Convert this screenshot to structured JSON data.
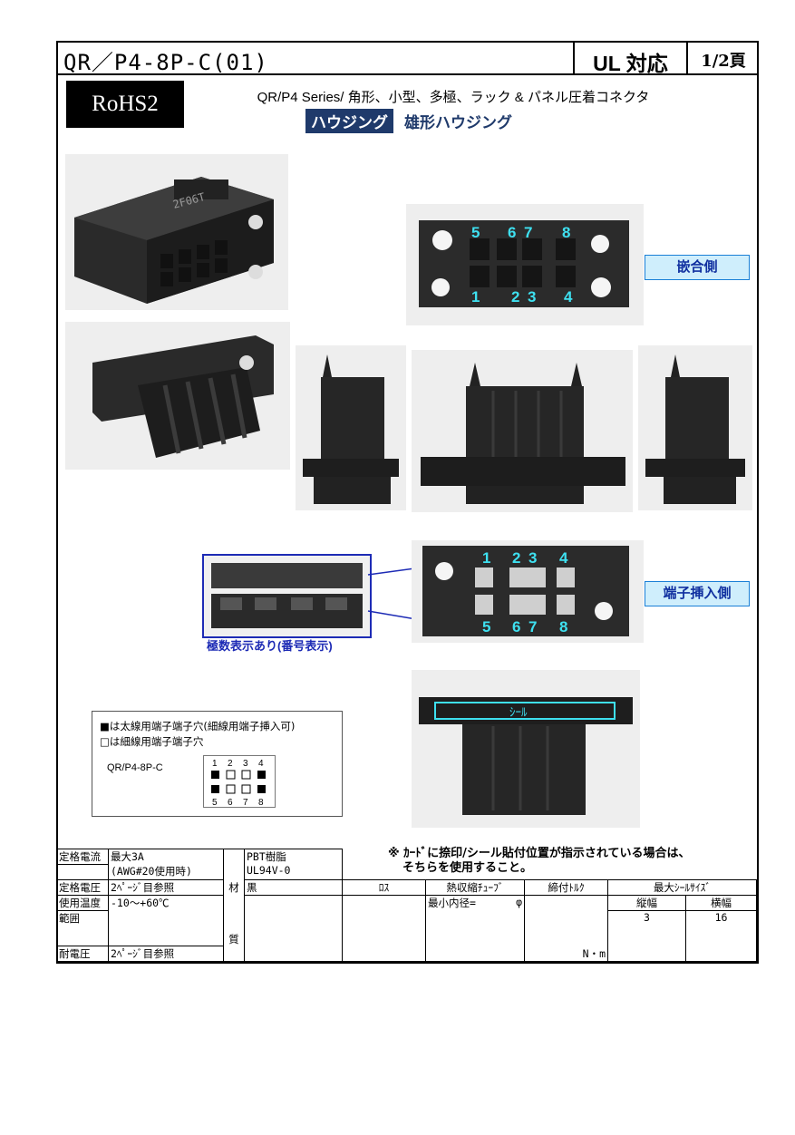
{
  "header": {
    "title": "QR／P4-8P-C(01)",
    "ul": "UL 対応",
    "page": "1/2頁"
  },
  "rohs": "RoHS2",
  "series": "QR/P4 Series/ 角形、小型、多極、ラック & パネル圧着コネクタ",
  "category": "ハウジング",
  "subtitle": "雄形ハウジング",
  "photos": {
    "mating_label": "嵌合側",
    "insert_label": "端子挿入側",
    "mating_pins_top": [
      "5",
      "6",
      "7",
      "8"
    ],
    "mating_pins_bottom": [
      "1",
      "2",
      "3",
      "4"
    ],
    "insert_pins_top": [
      "1",
      "2",
      "3",
      "4"
    ],
    "insert_pins_bottom": [
      "5",
      "6",
      "7",
      "8"
    ],
    "inset_caption": "極数表示あり(番号表示)",
    "mold_mark": "2F06T",
    "seal_mark": "ｼｰﾙ"
  },
  "legend": {
    "line1": "■は太線用端子端子穴(細線用端子挿入可)",
    "line2": "□は細線用端子端子穴",
    "model": "QR/P4-8P-C",
    "top_nums": [
      "1",
      "2",
      "3",
      "4"
    ],
    "bottom_nums": [
      "5",
      "6",
      "7",
      "8"
    ]
  },
  "note": {
    "line1": "※ ｶｰﾄﾞに捺印/シール貼付位置が指示されている場合は、",
    "line2": "そちらを使用すること。"
  },
  "spec": {
    "rated_current_label": "定格電流",
    "rated_current_value1": "最大3A",
    "rated_current_value2": "(AWG#20使用時)",
    "rated_voltage_label": "定格電圧",
    "rated_voltage_value": "2ﾍﾟｰｼﾞ目参照",
    "temp_label1": "使用温度",
    "temp_label2": "範囲",
    "temp_value": "-10～+60℃",
    "withstand_label": "耐電圧",
    "withstand_value": "2ﾍﾟｰｼﾞ目参照",
    "material_label1": "材",
    "material_label2": "質",
    "material_value1": "PBT樹脂",
    "material_value2": "UL94V-0",
    "material_value3": "黒",
    "rosu": "ﾛｽ",
    "tube_label": "熱収縮ﾁｭｰﾌﾞ",
    "tube_value": "最小内径=",
    "tube_unit": "φ",
    "torque_label": "締付ﾄﾙｸ",
    "torque_unit": "N・m",
    "seal_size_label": "最大ｼｰﾙｻｲｽﾞ",
    "height_label": "縦幅",
    "width_label": "横幅",
    "height_value": "3",
    "width_value": "16"
  }
}
